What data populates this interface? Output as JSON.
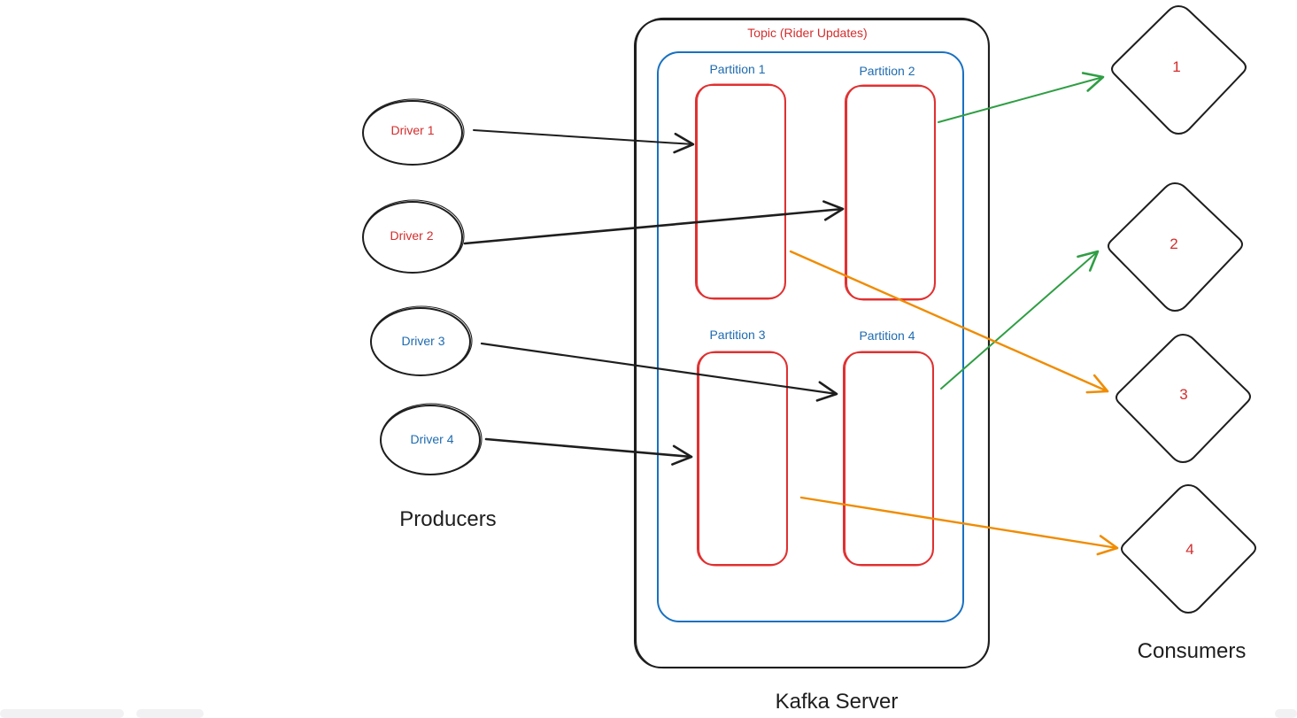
{
  "server": {
    "title": "Kafka Server",
    "topic_label": "Topic (Rider Updates)"
  },
  "partitions": [
    {
      "label": "Partition 1"
    },
    {
      "label": "Partition 2"
    },
    {
      "label": "Partition 3"
    },
    {
      "label": "Partition 4"
    }
  ],
  "producers": {
    "title": "Producers",
    "items": [
      {
        "label": "Driver 1"
      },
      {
        "label": "Driver 2"
      },
      {
        "label": "Driver 3"
      },
      {
        "label": "Driver 4"
      }
    ]
  },
  "consumers": {
    "title": "Consumers",
    "items": [
      {
        "label": "1"
      },
      {
        "label": "2"
      },
      {
        "label": "3"
      },
      {
        "label": "4"
      }
    ]
  },
  "colors": {
    "stroke_dark": "#1e1e1e",
    "partition_red": "#e03131",
    "topic_blue": "#1971c2",
    "arrow_green": "#2f9e44",
    "arrow_orange": "#f08c00"
  }
}
